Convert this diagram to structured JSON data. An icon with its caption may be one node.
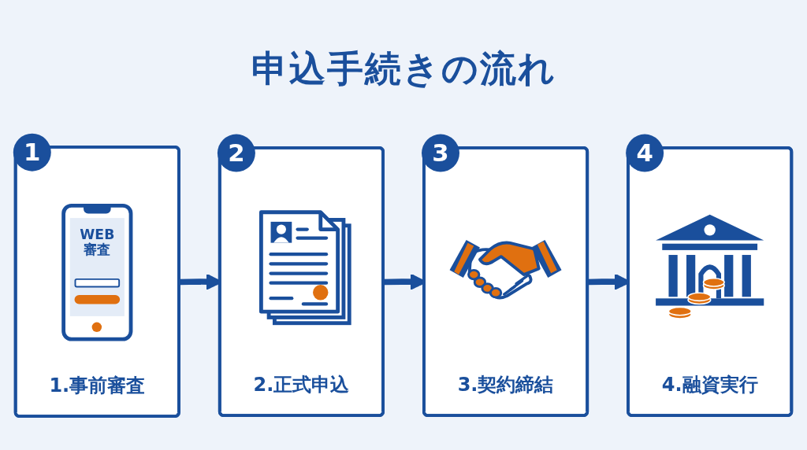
{
  "diagram": {
    "title": "申込手続きの流れ",
    "nodes": [
      {
        "text": [
          "1",
          "WEB審査",
          "1.事前審査"
        ]
      },
      {
        "text": [
          "2",
          "2.正式申込"
        ]
      },
      {
        "text": [
          "3",
          "3.契約締結"
        ]
      },
      {
        "text": [
          "4",
          "4.融資実行"
        ]
      }
    ],
    "edges": [
      {
        "from": 0,
        "to": 1,
        "arrow": "to"
      },
      {
        "from": 1,
        "to": 2,
        "arrow": "to"
      },
      {
        "from": 2,
        "to": 3,
        "arrow": "to"
      }
    ]
  }
}
